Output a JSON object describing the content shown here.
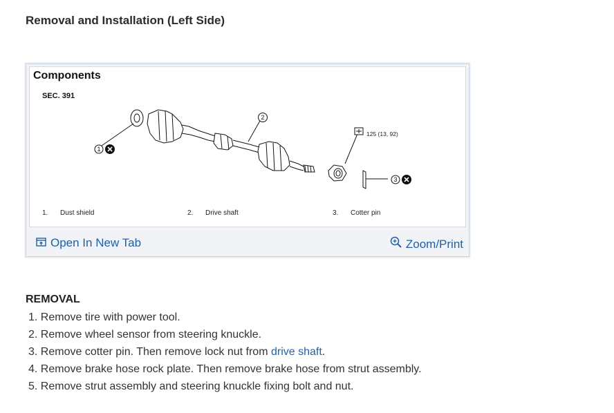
{
  "page": {
    "title": "Removal and Installation (Left Side)"
  },
  "figure": {
    "heading": "Components",
    "section": "SEC. 391",
    "torque": "125 (13, 92)",
    "callouts": [
      "1",
      "2",
      "3"
    ],
    "legend": [
      {
        "num": "1.",
        "label": "Dust shield"
      },
      {
        "num": "2.",
        "label": "Drive shaft"
      },
      {
        "num": "3.",
        "label": "Cotter pin"
      }
    ],
    "open_tab_label": "Open In New Tab",
    "zoom_label": "Zoom/Print"
  },
  "removal": {
    "heading": "REMOVAL",
    "steps": [
      {
        "prefix": "1. Remove tire with power tool.",
        "link": "",
        "suffix": ""
      },
      {
        "prefix": "2. Remove wheel sensor from steering knuckle.",
        "link": "",
        "suffix": ""
      },
      {
        "prefix": "3. Remove cotter pin. Then remove lock nut from ",
        "link": "drive shaft",
        "suffix": "."
      },
      {
        "prefix": "4. Remove brake hose rock plate. Then remove brake hose from strut assembly.",
        "link": "",
        "suffix": ""
      },
      {
        "prefix": "5. Remove strut assembly and steering knuckle fixing bolt and nut.",
        "link": "",
        "suffix": ""
      }
    ]
  }
}
